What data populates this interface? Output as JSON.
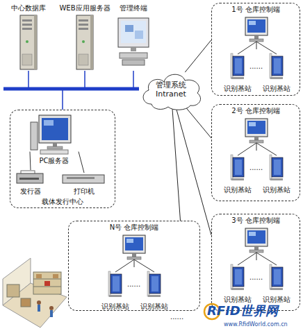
{
  "diagram": {
    "nodes": [
      {
        "text": [
          "中心数据库"
        ]
      },
      {
        "text": [
          "WEB应用服务器"
        ]
      },
      {
        "text": [
          "管理终端"
        ]
      },
      {
        "text": [
          "管理系统 Intranet"
        ]
      },
      {
        "text": [
          "载体发行中心"
        ]
      },
      {
        "text": [
          "PC服务器"
        ],
        "in": 4
      },
      {
        "text": [
          "发行器"
        ],
        "in": 4
      },
      {
        "text": [
          "打印机"
        ],
        "in": 4
      },
      {
        "text": [
          "1号 仓库控制端"
        ]
      },
      {
        "text": [
          "识别基站"
        ],
        "in": 8
      },
      {
        "text": [
          "识别基站"
        ],
        "in": 8
      },
      {
        "text": [
          "2号 仓库控制端"
        ]
      },
      {
        "text": [
          "识别基站"
        ],
        "in": 11
      },
      {
        "text": [
          "识别基站"
        ],
        "in": 11
      },
      {
        "text": [
          "3号 仓库控制端"
        ]
      },
      {
        "text": [
          "识别基站"
        ],
        "in": 14
      },
      {
        "text": [
          "识别基站"
        ],
        "in": 14
      },
      {
        "text": [
          "N号 仓库控制端"
        ]
      },
      {
        "text": [
          "识别基站"
        ],
        "in": 17
      },
      {
        "text": [
          "识别基站"
        ],
        "in": 17
      }
    ],
    "edges": [
      {
        "from": 0,
        "to": 3,
        "arrow": "none"
      },
      {
        "from": 1,
        "to": 3,
        "arrow": "none"
      },
      {
        "from": 2,
        "to": 3,
        "arrow": "none"
      },
      {
        "from": 4,
        "to": 3,
        "arrow": "none"
      },
      {
        "from": 5,
        "to": 6,
        "arrow": "none"
      },
      {
        "from": 5,
        "to": 7,
        "arrow": "none"
      },
      {
        "from": 3,
        "to": 8,
        "arrow": "none"
      },
      {
        "from": 3,
        "to": 11,
        "arrow": "none"
      },
      {
        "from": 3,
        "to": 14,
        "arrow": "none"
      },
      {
        "from": 3,
        "to": 17,
        "arrow": "none"
      }
    ],
    "labels": [
      "......",
      "......",
      "......",
      "......",
      "......",
      "RFID世界网",
      "www.RfidWorld.com.cn"
    ]
  }
}
